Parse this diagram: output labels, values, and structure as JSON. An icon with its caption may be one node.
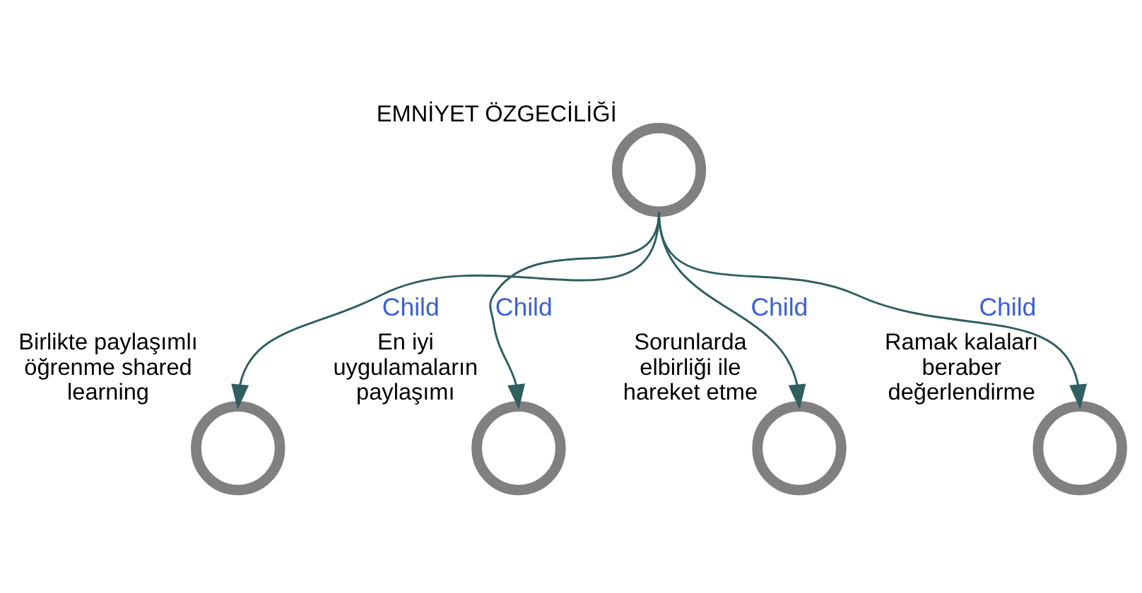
{
  "diagram": {
    "nodes": [
      {
        "text": [
          "EMNİYET ÖZGECİLİĞİ"
        ]
      },
      {
        "text": [
          "Birlikte paylaşımlı öğrenme shared learning"
        ]
      },
      {
        "text": [
          "En iyi uygulamaların paylaşımı"
        ]
      },
      {
        "text": [
          "Sorunlarda elbirliği ile hareket etme"
        ]
      },
      {
        "text": [
          "Ramak kalaları beraber değerlendirme"
        ]
      }
    ],
    "edges": [
      {
        "from": 0,
        "to": 1,
        "arrow": "to",
        "label": "Child"
      },
      {
        "from": 0,
        "to": 2,
        "arrow": "to",
        "label": "Child"
      },
      {
        "from": 0,
        "to": 3,
        "arrow": "to",
        "label": "Child"
      },
      {
        "from": 0,
        "to": 4,
        "arrow": "to",
        "label": "Child"
      }
    ]
  }
}
